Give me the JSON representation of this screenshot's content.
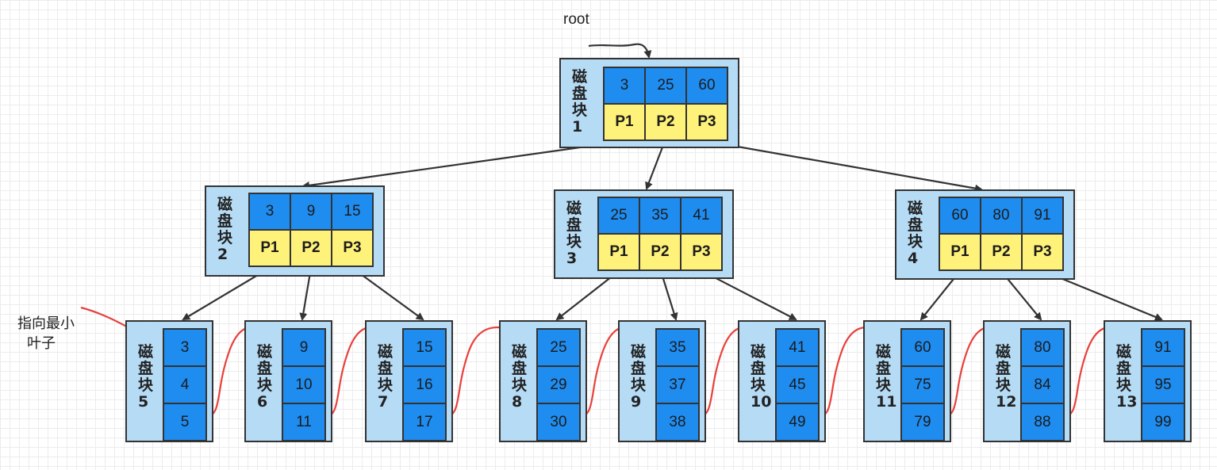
{
  "root_label": "root",
  "note": [
    "指向最小",
    "叶子"
  ],
  "colors": {
    "key_fill": "#1f8cf0",
    "pointer_fill": "#fff27a",
    "block_fill": "#b6dbf5",
    "edge_stroke": "#333333",
    "leaf_link": "#e8413c"
  },
  "blocks": [
    {
      "name": "disk-block-1",
      "label": [
        "磁",
        "盘",
        "块",
        "1"
      ],
      "keys": [
        "3",
        "25",
        "60"
      ],
      "pointers": [
        "P1",
        "P2",
        "P3"
      ]
    },
    {
      "name": "disk-block-2",
      "label": [
        "磁",
        "盘",
        "块",
        "2"
      ],
      "keys": [
        "3",
        "9",
        "15"
      ],
      "pointers": [
        "P1",
        "P2",
        "P3"
      ]
    },
    {
      "name": "disk-block-3",
      "label": [
        "磁",
        "盘",
        "块",
        "3"
      ],
      "keys": [
        "25",
        "35",
        "41"
      ],
      "pointers": [
        "P1",
        "P2",
        "P3"
      ]
    },
    {
      "name": "disk-block-4",
      "label": [
        "磁",
        "盘",
        "块",
        "4"
      ],
      "keys": [
        "60",
        "80",
        "91"
      ],
      "pointers": [
        "P1",
        "P2",
        "P3"
      ]
    },
    {
      "name": "disk-block-5",
      "label": [
        "磁",
        "盘",
        "块",
        "5"
      ],
      "keys": [
        "3",
        "4",
        "5"
      ]
    },
    {
      "name": "disk-block-6",
      "label": [
        "磁",
        "盘",
        "块",
        "6"
      ],
      "keys": [
        "9",
        "10",
        "11"
      ]
    },
    {
      "name": "disk-block-7",
      "label": [
        "磁",
        "盘",
        "块",
        "7"
      ],
      "keys": [
        "15",
        "16",
        "17"
      ]
    },
    {
      "name": "disk-block-8",
      "label": [
        "磁",
        "盘",
        "块",
        "8"
      ],
      "keys": [
        "25",
        "29",
        "30"
      ]
    },
    {
      "name": "disk-block-9",
      "label": [
        "磁",
        "盘",
        "块",
        "9"
      ],
      "keys": [
        "35",
        "37",
        "38"
      ]
    },
    {
      "name": "disk-block-10",
      "label": [
        "磁",
        "盘",
        "块",
        "10"
      ],
      "keys": [
        "41",
        "45",
        "49"
      ]
    },
    {
      "name": "disk-block-11",
      "label": [
        "磁",
        "盘",
        "块",
        "11"
      ],
      "keys": [
        "60",
        "75",
        "79"
      ]
    },
    {
      "name": "disk-block-12",
      "label": [
        "磁",
        "盘",
        "块",
        "12"
      ],
      "keys": [
        "80",
        "84",
        "88"
      ]
    },
    {
      "name": "disk-block-13",
      "label": [
        "磁",
        "盘",
        "块",
        "13"
      ],
      "keys": [
        "91",
        "95",
        "99"
      ]
    }
  ]
}
